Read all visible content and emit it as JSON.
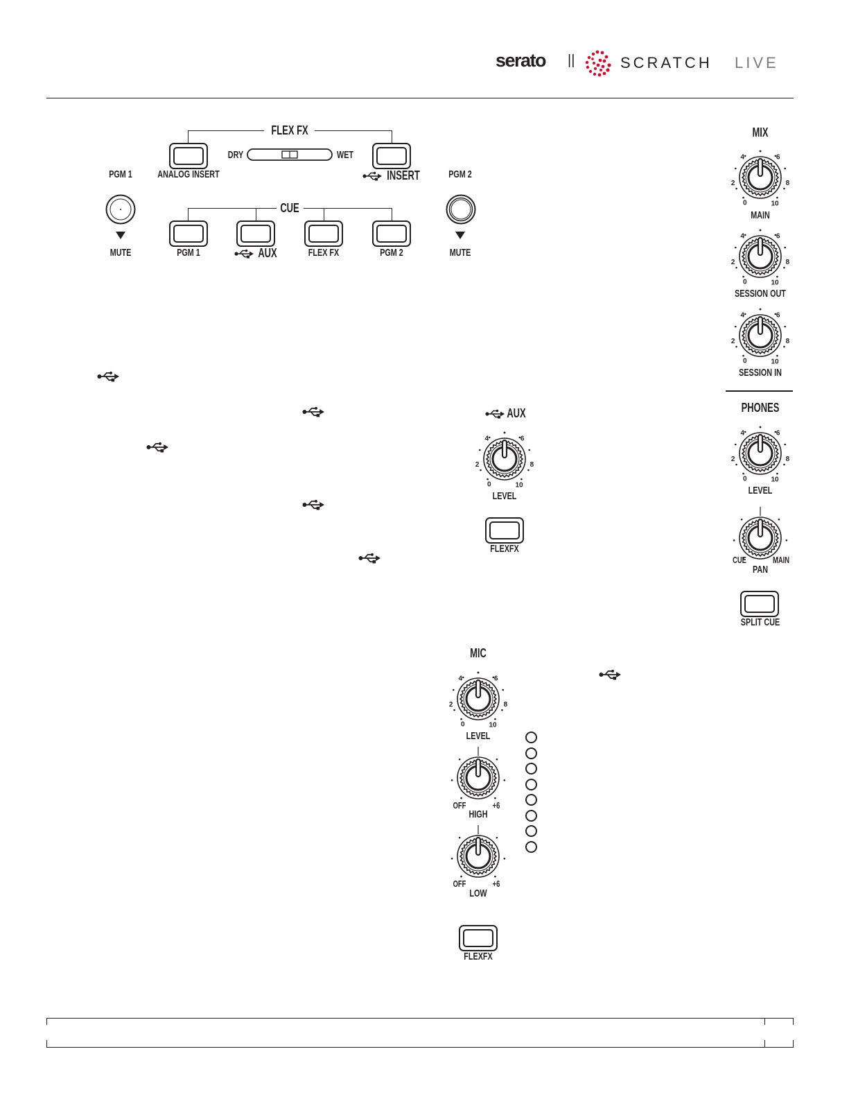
{
  "header": {
    "brand": "serato",
    "product_main": "SCRATCH",
    "product_sub": "LIVE",
    "separator": "||"
  },
  "panel": {
    "flex_fx_title": "FLEX FX",
    "dry": "DRY",
    "wet": "WET",
    "analog_insert": "ANALOG INSERT",
    "usb_insert": "INSERT",
    "pgm1": "PGM 1",
    "pgm2": "PGM 2",
    "mute1": "MUTE",
    "mute2": "MUTE",
    "cue_title": "CUE",
    "cue_buttons": [
      "PGM 1",
      "AUX",
      "FLEX FX",
      "PGM 2"
    ]
  },
  "mix": {
    "title": "MIX",
    "knobs": [
      {
        "label": "MAIN",
        "scale": [
          "0",
          "2",
          "4",
          "6",
          "8",
          "10"
        ]
      },
      {
        "label": "SESSION OUT",
        "scale": [
          "0",
          "2",
          "4",
          "6",
          "8",
          "10"
        ]
      },
      {
        "label": "SESSION IN",
        "scale": [
          "0",
          "2",
          "4",
          "6",
          "8",
          "10"
        ]
      }
    ]
  },
  "phones": {
    "title": "PHONES",
    "level_label": "LEVEL",
    "pan_label": "PAN",
    "pan_left": "CUE",
    "pan_right": "MAIN",
    "split_cue": "SPLIT CUE"
  },
  "aux": {
    "title": "AUX",
    "level_label": "LEVEL",
    "flexfx": "FLEXFX"
  },
  "mic": {
    "title": "MIC",
    "level_label": "LEVEL",
    "high_label": "HIGH",
    "low_label": "LOW",
    "eq_off": "OFF",
    "eq_plus": "+6",
    "flexfx": "FLEXFX",
    "led_count": 8
  },
  "colors": {
    "ink": "#231f20",
    "brand_red": "#c8102e",
    "rule": "#231f20"
  }
}
